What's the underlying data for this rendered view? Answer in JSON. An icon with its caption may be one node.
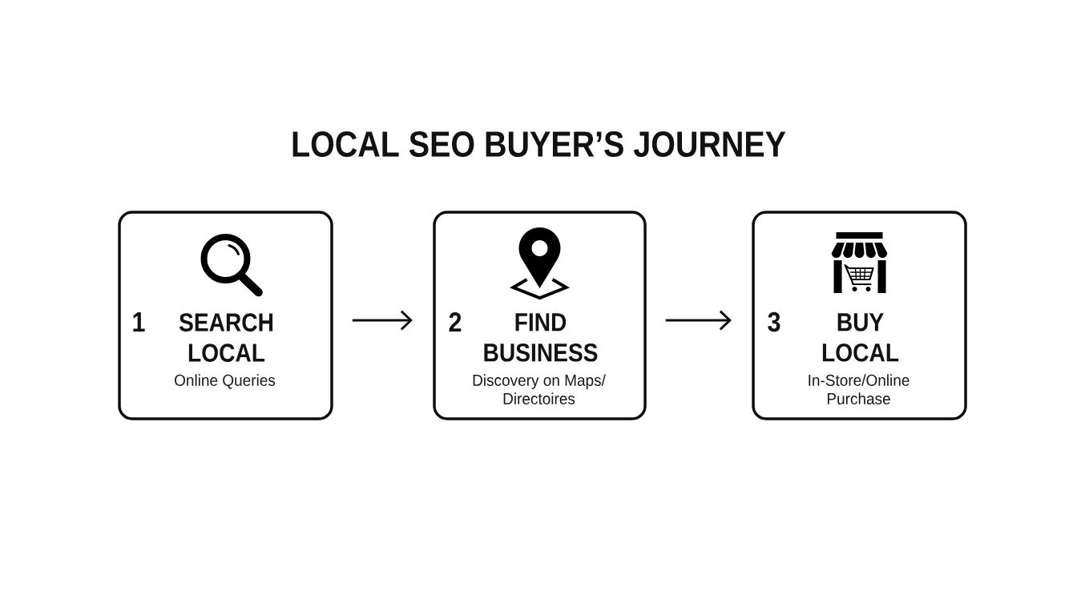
{
  "diagram": {
    "title": "LOCAL SEO BUYER’S JOURNEY",
    "nodes": [
      {
        "text": [
          "1",
          "SEARCH LOCAL",
          "Online Queries"
        ]
      },
      {
        "text": [
          "2",
          "FIND BUSINESS",
          "Discovery on Maps/ Directoires"
        ]
      },
      {
        "text": [
          "3",
          "BUY LOCAL",
          "In-Store/Online Purchase"
        ]
      }
    ],
    "edges": [
      {
        "from": 0,
        "to": 1,
        "arrow": "to"
      },
      {
        "from": 1,
        "to": 2,
        "arrow": "to"
      }
    ]
  }
}
